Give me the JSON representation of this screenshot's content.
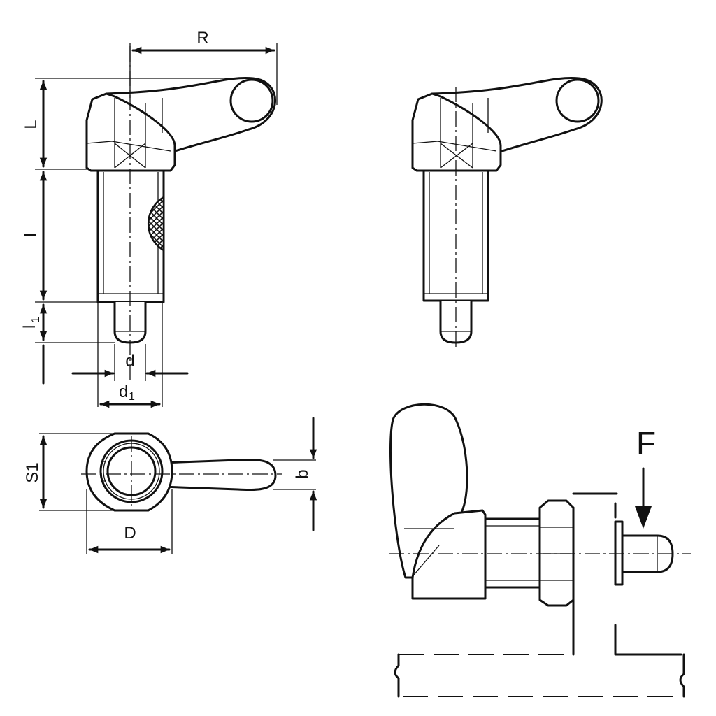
{
  "dimensions": {
    "R": "R",
    "L": "L",
    "l": "l",
    "l1": "l",
    "l1_sub": "1",
    "d": "d",
    "d1": "d",
    "d1_sub": "1",
    "S1": "S1",
    "b": "b",
    "D": "D"
  },
  "force_label": "F"
}
